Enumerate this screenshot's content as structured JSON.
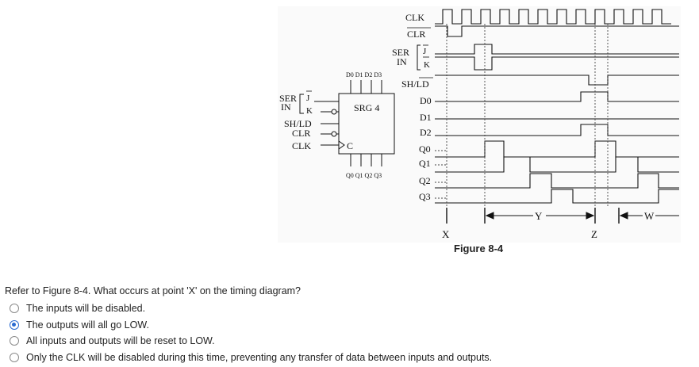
{
  "figure": {
    "caption": "Figure 8-4",
    "block": {
      "name": "SRG 4",
      "top_pins": "D0 D1 D2 D3",
      "bottom_pins": "Q0 Q1 Q2 Q3",
      "ser": "SER",
      "in": "IN",
      "j": "J",
      "k": "K",
      "shld": "SH/LD",
      "clr": "CLR",
      "clk": "CLK",
      "c": "C"
    },
    "timing": {
      "signals": [
        "CLK",
        "CLR",
        "SER",
        "IN",
        "J",
        "K",
        "SH/LD",
        "D0",
        "D1",
        "D2",
        "Q0",
        "Q1",
        "Q2",
        "Q3"
      ],
      "markers": [
        "X",
        "Y",
        "Z",
        "W"
      ]
    }
  },
  "question": {
    "text": "Refer to Figure 8-4. What occurs at point 'X' on the timing diagram?",
    "selected_index": 1,
    "options": [
      {
        "label": "The inputs will be disabled."
      },
      {
        "label": "The outputs will all go LOW."
      },
      {
        "label": "All inputs and outputs will be reset to LOW."
      },
      {
        "label": "Only the CLK will be disabled during this time, preventing any transfer of data between inputs and outputs."
      }
    ]
  }
}
